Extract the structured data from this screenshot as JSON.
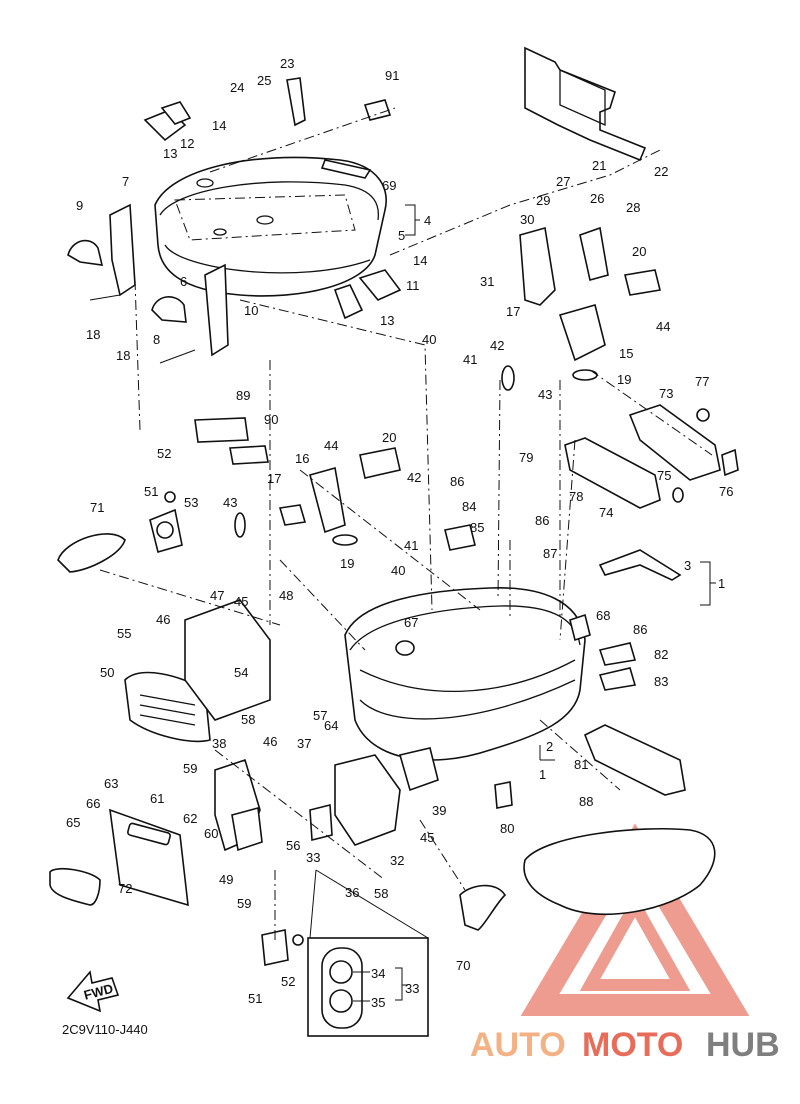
{
  "diagram_code": "2C9V110-J440",
  "fwd_label": "FWD",
  "watermark": {
    "part1": "AUTO",
    "part2": "MOTO",
    "part3": "HUB",
    "color1": "#f4b183",
    "color2": "#e86c5a",
    "color3": "#7f7f7f",
    "logo_color": "#e87a6b"
  },
  "callouts": [
    {
      "id": "c91",
      "label": "91"
    },
    {
      "id": "c23",
      "label": "23"
    },
    {
      "id": "c24",
      "label": "24"
    },
    {
      "id": "c25",
      "label": "25"
    },
    {
      "id": "c14a",
      "label": "14"
    },
    {
      "id": "c12",
      "label": "12"
    },
    {
      "id": "c13a",
      "label": "13"
    },
    {
      "id": "c69",
      "label": "69"
    },
    {
      "id": "c4",
      "label": "4"
    },
    {
      "id": "c5",
      "label": "5"
    },
    {
      "id": "c7",
      "label": "7"
    },
    {
      "id": "c9",
      "label": "9"
    },
    {
      "id": "c6",
      "label": "6"
    },
    {
      "id": "c10",
      "label": "10"
    },
    {
      "id": "c14b",
      "label": "14"
    },
    {
      "id": "c11",
      "label": "11"
    },
    {
      "id": "c13b",
      "label": "13"
    },
    {
      "id": "c18a",
      "label": "18"
    },
    {
      "id": "c8",
      "label": "8"
    },
    {
      "id": "c18b",
      "label": "18"
    },
    {
      "id": "c21",
      "label": "21"
    },
    {
      "id": "c22",
      "label": "22"
    },
    {
      "id": "c27",
      "label": "27"
    },
    {
      "id": "c29",
      "label": "29"
    },
    {
      "id": "c26",
      "label": "26"
    },
    {
      "id": "c28",
      "label": "28"
    },
    {
      "id": "c30",
      "label": "30"
    },
    {
      "id": "c31",
      "label": "31"
    },
    {
      "id": "c20a",
      "label": "20"
    },
    {
      "id": "c44a",
      "label": "44"
    },
    {
      "id": "c17a",
      "label": "17"
    },
    {
      "id": "c42a",
      "label": "42"
    },
    {
      "id": "c40a",
      "label": "40"
    },
    {
      "id": "c41a",
      "label": "41"
    },
    {
      "id": "c15",
      "label": "15"
    },
    {
      "id": "c19a",
      "label": "19"
    },
    {
      "id": "c43a",
      "label": "43"
    },
    {
      "id": "c89",
      "label": "89"
    },
    {
      "id": "c90",
      "label": "90"
    },
    {
      "id": "c73",
      "label": "73"
    },
    {
      "id": "c77",
      "label": "77"
    },
    {
      "id": "c79",
      "label": "79"
    },
    {
      "id": "c75",
      "label": "75"
    },
    {
      "id": "c78",
      "label": "78"
    },
    {
      "id": "c76",
      "label": "76"
    },
    {
      "id": "c74",
      "label": "74"
    },
    {
      "id": "c52a",
      "label": "52"
    },
    {
      "id": "c44b",
      "label": "44"
    },
    {
      "id": "c20b",
      "label": "20"
    },
    {
      "id": "c16",
      "label": "16"
    },
    {
      "id": "c17b",
      "label": "17"
    },
    {
      "id": "c42b",
      "label": "42"
    },
    {
      "id": "c86a",
      "label": "86"
    },
    {
      "id": "c84",
      "label": "84"
    },
    {
      "id": "c85",
      "label": "85"
    },
    {
      "id": "c86b",
      "label": "86"
    },
    {
      "id": "c87",
      "label": "87"
    },
    {
      "id": "c51a",
      "label": "51"
    },
    {
      "id": "c53",
      "label": "53"
    },
    {
      "id": "c43b",
      "label": "43"
    },
    {
      "id": "c41b",
      "label": "41"
    },
    {
      "id": "c19b",
      "label": "19"
    },
    {
      "id": "c40b",
      "label": "40"
    },
    {
      "id": "c71",
      "label": "71"
    },
    {
      "id": "c3",
      "label": "3"
    },
    {
      "id": "c1a",
      "label": "1"
    },
    {
      "id": "c47",
      "label": "47"
    },
    {
      "id": "c45a",
      "label": "45"
    },
    {
      "id": "c48",
      "label": "48"
    },
    {
      "id": "c46a",
      "label": "46"
    },
    {
      "id": "c55",
      "label": "55"
    },
    {
      "id": "c67",
      "label": "67"
    },
    {
      "id": "c68",
      "label": "68"
    },
    {
      "id": "c86c",
      "label": "86"
    },
    {
      "id": "c82",
      "label": "82"
    },
    {
      "id": "c83",
      "label": "83"
    },
    {
      "id": "c50",
      "label": "50"
    },
    {
      "id": "c54",
      "label": "54"
    },
    {
      "id": "c57",
      "label": "57"
    },
    {
      "id": "c64",
      "label": "64"
    },
    {
      "id": "c58a",
      "label": "58"
    },
    {
      "id": "c38",
      "label": "38"
    },
    {
      "id": "c46b",
      "label": "46"
    },
    {
      "id": "c37",
      "label": "37"
    },
    {
      "id": "c59a",
      "label": "59"
    },
    {
      "id": "c2",
      "label": "2"
    },
    {
      "id": "c1b",
      "label": "1"
    },
    {
      "id": "c81",
      "label": "81"
    },
    {
      "id": "c63",
      "label": "63"
    },
    {
      "id": "c66",
      "label": "66"
    },
    {
      "id": "c61",
      "label": "61"
    },
    {
      "id": "c62",
      "label": "62"
    },
    {
      "id": "c60",
      "label": "60"
    },
    {
      "id": "c39",
      "label": "39"
    },
    {
      "id": "c65",
      "label": "65"
    },
    {
      "id": "c45b",
      "label": "45"
    },
    {
      "id": "c80",
      "label": "80"
    },
    {
      "id": "c88",
      "label": "88"
    },
    {
      "id": "c56",
      "label": "56"
    },
    {
      "id": "c33a",
      "label": "33"
    },
    {
      "id": "c32",
      "label": "32"
    },
    {
      "id": "c49",
      "label": "49"
    },
    {
      "id": "c36",
      "label": "36"
    },
    {
      "id": "c58b",
      "label": "58"
    },
    {
      "id": "c72",
      "label": "72"
    },
    {
      "id": "c59b",
      "label": "59"
    },
    {
      "id": "c70",
      "label": "70"
    },
    {
      "id": "c51b",
      "label": "51"
    },
    {
      "id": "c52b",
      "label": "52"
    },
    {
      "id": "c34",
      "label": "34"
    },
    {
      "id": "c35",
      "label": "35"
    },
    {
      "id": "c33b",
      "label": "33"
    }
  ]
}
